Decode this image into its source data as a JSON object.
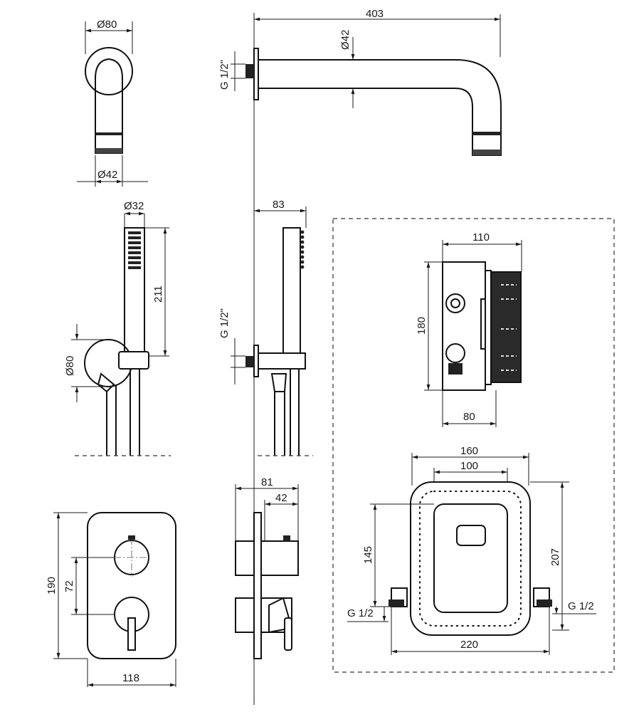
{
  "spout_side": {
    "diameter_top": "Ø80",
    "diameter_bottom": "Ø42"
  },
  "spout_front": {
    "length": "403",
    "pipe_diameter": "Ø42",
    "thread": "G 1/2\""
  },
  "hand_shower_front": {
    "head_diameter": "Ø32",
    "height": "211",
    "holder_diameter": "Ø80"
  },
  "hand_shower_side": {
    "depth": "83",
    "thread": "G 1/2\""
  },
  "mixer_front": {
    "height": "190",
    "handle_distance": "72",
    "width": "118"
  },
  "mixer_side": {
    "depth_total": "81",
    "depth_handle": "42"
  },
  "box_side": {
    "width": "110",
    "height": "180",
    "depth": "80"
  },
  "box_front": {
    "outer_width": "160",
    "inner_width": "100",
    "left_height": "145",
    "right_height": "207",
    "left_thread": "G 1/2",
    "right_thread": "G 1/2",
    "total_width": "220"
  }
}
